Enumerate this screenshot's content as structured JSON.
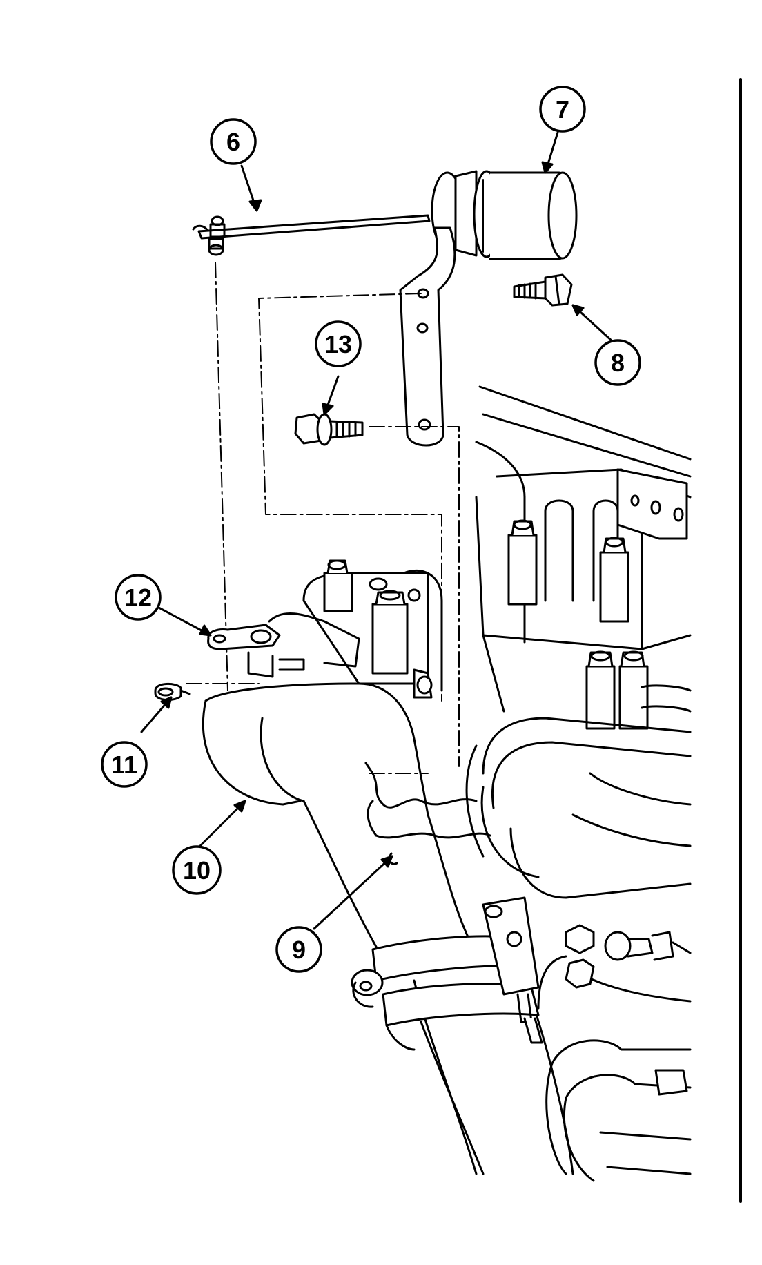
{
  "callouts": [
    {
      "id": "c6",
      "label": "6"
    },
    {
      "id": "c7",
      "label": "7"
    },
    {
      "id": "c8",
      "label": "8"
    },
    {
      "id": "c9",
      "label": "9"
    },
    {
      "id": "c10",
      "label": "10"
    },
    {
      "id": "c11",
      "label": "11"
    },
    {
      "id": "c12",
      "label": "12"
    },
    {
      "id": "c13",
      "label": "13"
    }
  ],
  "colors": {
    "ink": "#000000",
    "paper": "#ffffff"
  }
}
